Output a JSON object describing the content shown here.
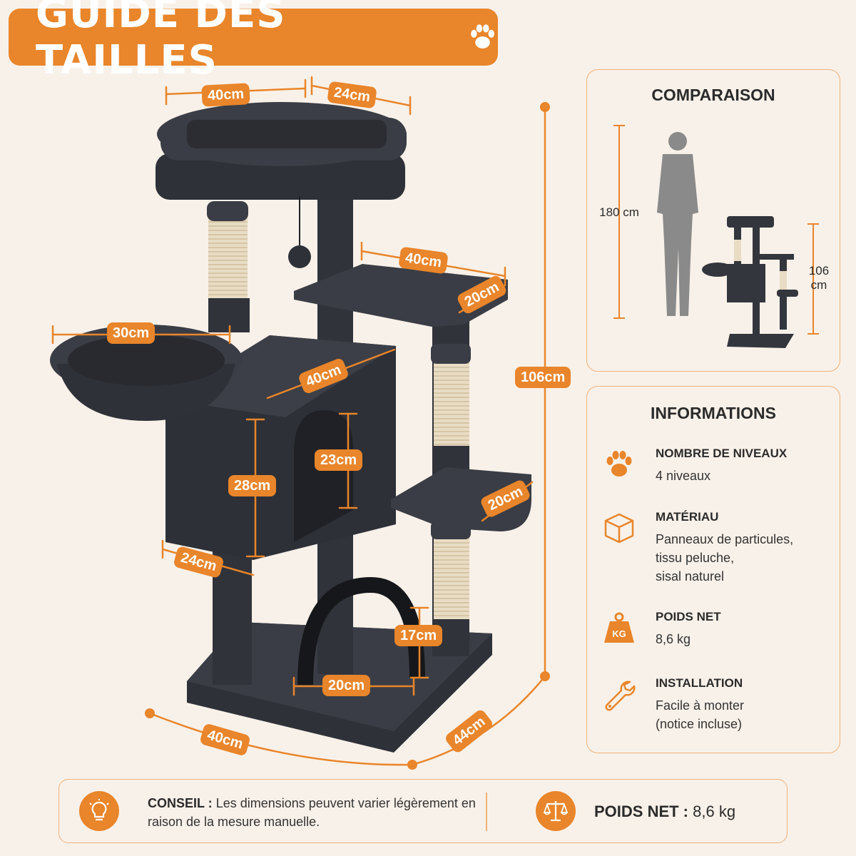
{
  "header": {
    "title": "GUIDE DES TAILLES"
  },
  "dimensions": {
    "top_width": "40cm",
    "top_depth": "24cm",
    "platform_width": "40cm",
    "platform_depth": "20cm",
    "basket_width": "30cm",
    "condo_width": "40cm",
    "condo_height": "28cm",
    "condo_depth": "24cm",
    "door_height": "23cm",
    "step_depth": "20cm",
    "arch_height": "17cm",
    "arch_width": "20cm",
    "total_height": "106cm",
    "base_width": "40cm",
    "base_depth": "44cm"
  },
  "comparison": {
    "title": "COMPARAISON",
    "person_height": "180 cm",
    "tree_height_value": "106",
    "tree_height_unit": "cm"
  },
  "info": {
    "title": "INFORMATIONS",
    "items": [
      {
        "label": "NOMBRE DE NIVEAUX",
        "lines": [
          "4 niveaux"
        ],
        "icon": "paw-icon"
      },
      {
        "label": "MATÉRIAU",
        "lines": [
          "Panneaux de particules,",
          "tissu peluche,",
          "sisal naturel"
        ],
        "icon": "box-icon"
      },
      {
        "label": "POIDS NET",
        "lines": [
          "8,6 kg"
        ],
        "icon": "weight-icon",
        "icon_text": "KG"
      },
      {
        "label": "INSTALLATION",
        "lines": [
          "Facile à monter",
          "(notice incluse)"
        ],
        "icon": "wrench-icon"
      }
    ]
  },
  "footer": {
    "tip_label": "CONSEIL :",
    "tip_text": "Les dimensions peuvent varier légèrement en raison de la mesure manuelle.",
    "weight_label": "POIDS NET :",
    "weight_value": "8,6 kg"
  },
  "colors": {
    "accent": "#e9852a",
    "background": "#f8f1e9",
    "plush": "#33363d",
    "sisal": "#e8dcc4",
    "silhouette": "#8a8a8a"
  }
}
